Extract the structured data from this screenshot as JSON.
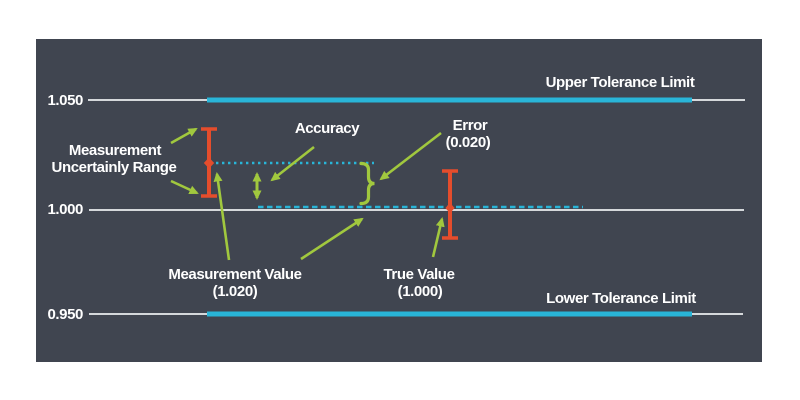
{
  "axis": {
    "tick_upper": "1.050",
    "tick_middle": "1.000",
    "tick_lower": "0.950"
  },
  "labels": {
    "upper_tolerance": "Upper Tolerance Limit",
    "lower_tolerance": "Lower Tolerance Limit",
    "uncertainty_line1": "Measurement",
    "uncertainty_line2": "Uncertainly Range",
    "accuracy": "Accuracy",
    "error_line1": "Error",
    "error_line2": "(0.020)",
    "measurement_value_line1": "Measurement Value",
    "measurement_value_line2": "(1.020)",
    "true_value_line1": "True Value",
    "true_value_line2": "(1.000)"
  },
  "colors": {
    "panel_background": "#404550",
    "page_background": "#ffffff",
    "axis_line": "#d5d8db",
    "tolerance_line": "#29b5d8",
    "reference_dashed_line": "#29b5d8",
    "error_bar": "#e54d2c",
    "annotation_green": "#a1c83e",
    "text": "#ffffff"
  },
  "chart_data": {
    "type": "diagram",
    "title": "Measurement uncertainty, accuracy and error vs tolerance limits",
    "ylim": [
      0.95,
      1.05
    ],
    "y_ticks": [
      1.05,
      1.0,
      0.95
    ],
    "grid": "off",
    "upper_tolerance_limit": 1.05,
    "lower_tolerance_limit": 0.95,
    "measurement_value": 1.02,
    "true_value": 1.0,
    "error": 0.02,
    "accuracy_span": [
      1.0,
      1.02
    ],
    "measurement_uncertainty_range_approx": [
      1.005,
      1.035
    ],
    "true_value_uncertainty_range_approx": [
      0.985,
      1.015
    ],
    "annotations": [
      "Upper Tolerance Limit",
      "Lower Tolerance Limit",
      "Measurement Uncertainly Range",
      "Accuracy",
      "Error (0.020)",
      "Measurement Value (1.020)",
      "True Value (1.000)"
    ]
  }
}
